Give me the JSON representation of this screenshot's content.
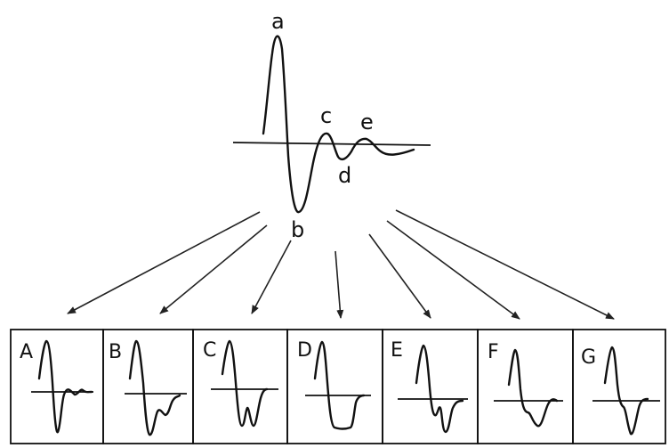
{
  "main_waveform": {
    "peak_labels": [
      "a",
      "b",
      "c",
      "d",
      "e"
    ]
  },
  "panels": [
    {
      "label": "A"
    },
    {
      "label": "B"
    },
    {
      "label": "C"
    },
    {
      "label": "D"
    },
    {
      "label": "E"
    },
    {
      "label": "F"
    },
    {
      "label": "G"
    }
  ]
}
